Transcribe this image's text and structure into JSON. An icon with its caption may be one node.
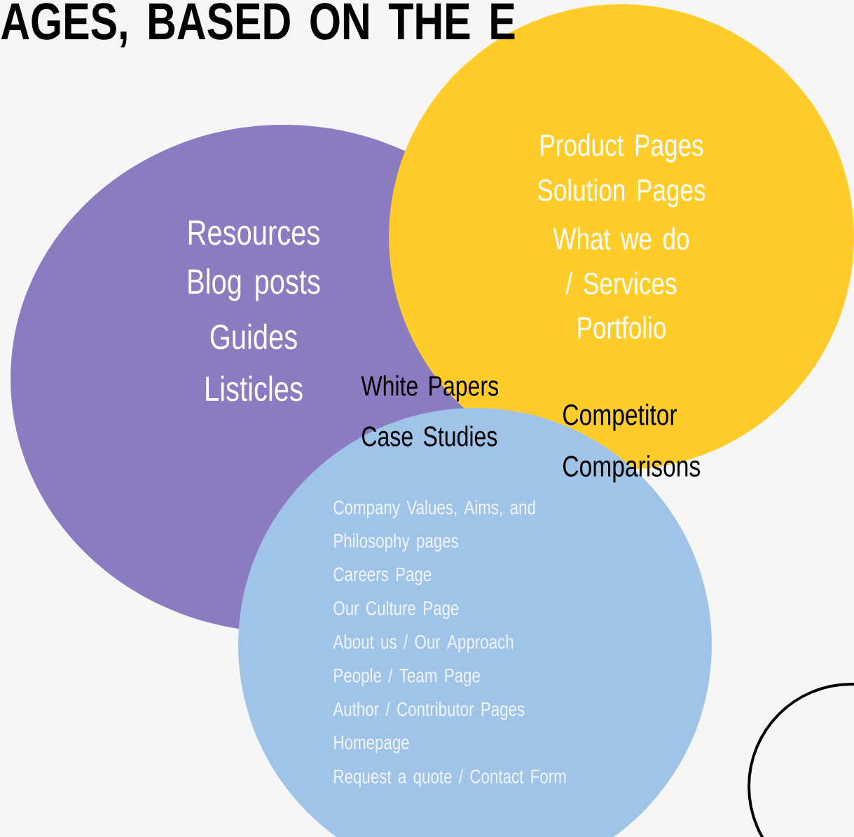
{
  "diagram": {
    "title": "AGES, BASED ON THE E",
    "nodes": [
      {
        "text": [
          "Resources",
          "Blog posts",
          "Guides",
          "Listicles"
        ]
      },
      {
        "text": [
          "Product Pages",
          "Solution Pages",
          "What we do / Services",
          "Portfolio"
        ]
      },
      {
        "text": [
          "Company Values, Aims, and Philosophy pages",
          "Careers Page",
          "Our Culture Page",
          "About us / Our Approach",
          "People / Team Page",
          "Author / Contributor Pages",
          "Homepage",
          "Request a quote / Contact Form"
        ]
      },
      {
        "text": [],
        "shape": "circle"
      }
    ],
    "labels": [
      "White Papers",
      "Case Studies",
      "Competitor Comparisons"
    ]
  }
}
